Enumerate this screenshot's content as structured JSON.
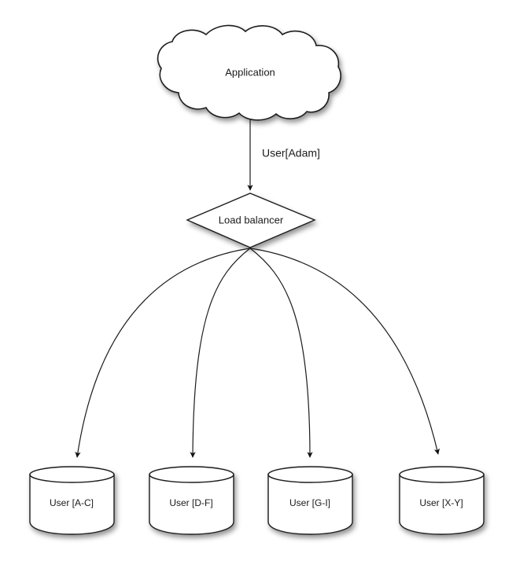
{
  "diagram": {
    "title_present": false,
    "background_color": "#ffffff",
    "stroke_color": "#1c1c1c",
    "text_color": "#1a1a1a",
    "nodes": {
      "cloud": {
        "label": "Application",
        "shape": "cloud-icon"
      },
      "balancer": {
        "label": "Load balancer",
        "shape": "diamond-icon"
      },
      "databases": [
        {
          "label": "User [A-C]",
          "shape": "cylinder-icon"
        },
        {
          "label": "User [D-F]",
          "shape": "cylinder-icon"
        },
        {
          "label": "User [G-I]",
          "shape": "cylinder-icon"
        },
        {
          "label": "User [X-Y]",
          "shape": "cylinder-icon"
        }
      ]
    },
    "edges": {
      "app_to_balancer": {
        "label": "User[Adam]",
        "style": "straight-arrow"
      },
      "balancer_to_databases": {
        "label": "",
        "style": "curved-arrow",
        "count": 4
      }
    }
  }
}
